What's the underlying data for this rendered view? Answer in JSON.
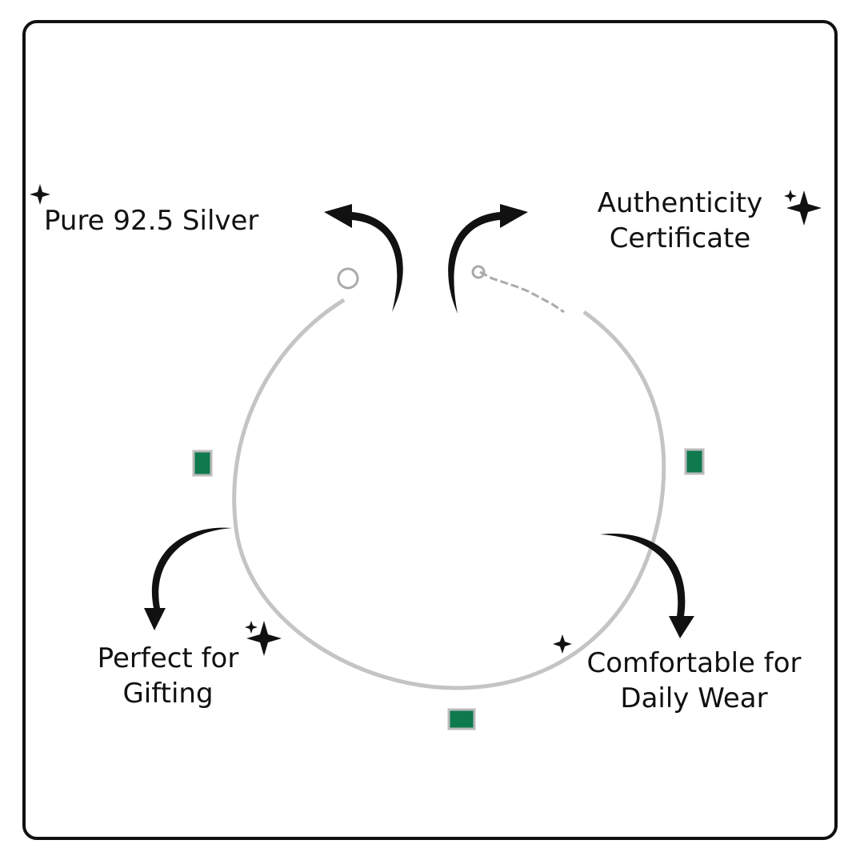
{
  "features": {
    "silver": "Pure 92.5 Silver",
    "cert_line1": "Authenticity",
    "cert_line2": "Certificate",
    "gift_line1": "Perfect for",
    "gift_line2": "Gifting",
    "comfort_line1": "Comfortable for",
    "comfort_line2": "Daily Wear"
  },
  "colors": {
    "stone": "#0e7a4e",
    "silver": "#c8c8c8",
    "ink": "#111111"
  }
}
